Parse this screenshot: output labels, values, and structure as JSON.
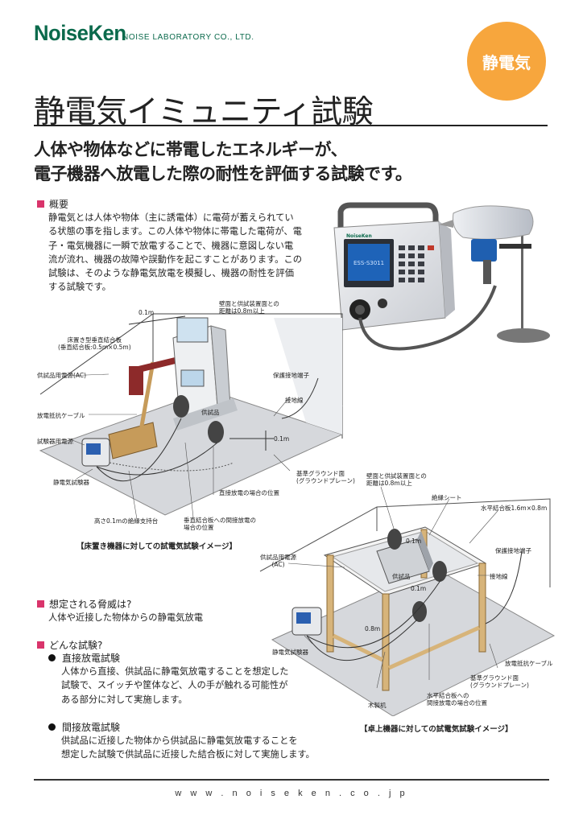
{
  "header": {
    "logo": "NoiseKen",
    "company": "NOISE LABORATORY CO., LTD.",
    "badge": "静電気"
  },
  "title": "静電気イミュニティ試験",
  "lead": {
    "line1": "人体や物体などに帯電したエネルギーが、",
    "line2": "電子機器へ放電した際の耐性を評価する試験です。"
  },
  "overview": {
    "heading": "概要",
    "lines": [
      "静電気とは人体や物体（主に誘電体）に電荷が蓄えられてい",
      "る状態の事を指します。この人体や物体に帯電した電荷が、電",
      "子・電気機器に一瞬で放電することで、機器に意図しない電",
      "流が流れ、機器の故障や誤動作を起こすことがあります。この",
      "試験は、そのような静電気放電を模擬し、機器の耐性を評価",
      "する試験です。"
    ]
  },
  "floor_diagram": {
    "labels": {
      "gap_top": "0.1m",
      "wall_distance": "壁面と供試装置面との\n距離は0.8m以上",
      "vcp": "床置き型垂直結合板\n(垂直結合板:0.5m×0.5m)",
      "power": "供試品用電源(AC)",
      "ground_terminal": "保護接地端子",
      "ground_wire": "接地線",
      "resistor_cable": "放電抵抗ケーブル",
      "eut": "供試品",
      "tester_power": "試験器用電源",
      "gap_side": "0.1m",
      "ref_plane": "基準グラウンド面\n(グラウンドプレーン)",
      "simulator": "静電気試験器",
      "direct": "直接放電の場合の位置",
      "insulator": "高さ0.1mの絶縁支持台",
      "indirect": "垂直結合板への間接放電の\n場合の位置"
    },
    "caption": "【床置き機器に対しての試電気試験イメージ】"
  },
  "table_diagram": {
    "labels": {
      "wall_distance": "壁面と供試装置面との\n距離は0.8m以上",
      "insulating_sheet": "絶縁シート",
      "hcp": "水平結合板1.6m×0.8m",
      "gap_top": "0.1m",
      "power": "供試品用電源\n(AC)",
      "ground_terminal": "保護接地端子",
      "eut": "供試品",
      "ground_wire": "接地線",
      "gap_side": "0.1m",
      "height": "0.8m",
      "simulator": "静電気試験器",
      "resistor_cable": "放電抵抗ケーブル",
      "ref_plane": "基準グラウンド面\n(グラウンドプレーン)",
      "table": "木製机",
      "indirect": "水平結合板への\n間接放電の場合の位置"
    },
    "caption": "【卓上機器に対しての試電気試験イメージ】"
  },
  "device": {
    "brand": "NoiseKen",
    "screen_text": "ESS-S3011"
  },
  "threat": {
    "heading": "想定される脅威は?",
    "text": "人体や近接した物体からの静電気放電"
  },
  "tests": {
    "heading": "どんな試験?",
    "direct_title": "直接放電試験",
    "direct_lines": [
      "人体から直接、供試品に静電気放電することを想定した",
      "試験で、スイッチや筐体など、人の手が触れる可能性が",
      "ある部分に対して実施します。"
    ],
    "indirect_title": "間接放電試験",
    "indirect_lines": [
      "供試品に近接した物体から供試品に静電気放電することを",
      "想定した試験で供試品に近接した結合板に対して実施します。"
    ]
  },
  "footer": {
    "url": "w w w . n o i s e k e n . c o . j p"
  },
  "colors": {
    "brand_green": "#0b6a4c",
    "badge_orange": "#f7a63d",
    "bullet_pink": "#d9346b"
  }
}
